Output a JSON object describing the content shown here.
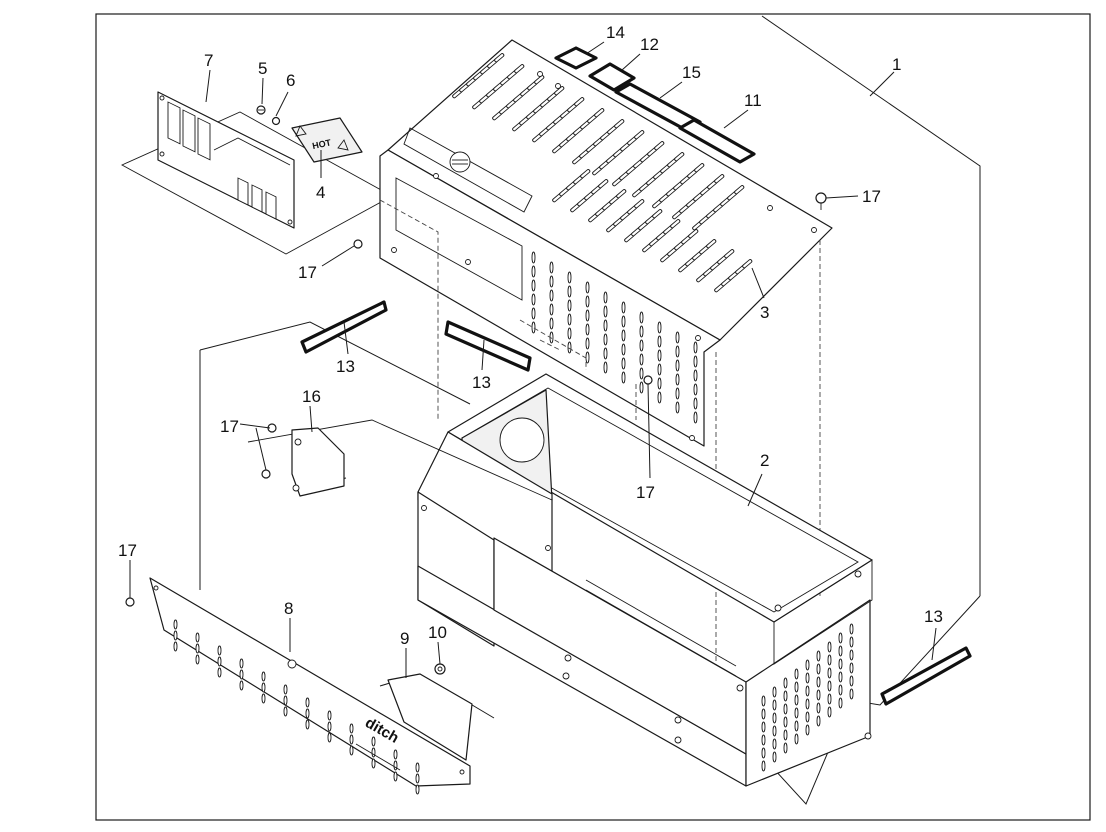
{
  "callouts": [
    {
      "id": "1",
      "text": "1"
    },
    {
      "id": "2",
      "text": "2"
    },
    {
      "id": "3",
      "text": "3"
    },
    {
      "id": "4",
      "text": "4"
    },
    {
      "id": "5",
      "text": "5"
    },
    {
      "id": "6",
      "text": "6"
    },
    {
      "id": "7",
      "text": "7"
    },
    {
      "id": "8",
      "text": "8"
    },
    {
      "id": "9",
      "text": "9"
    },
    {
      "id": "10",
      "text": "10"
    },
    {
      "id": "11",
      "text": "11"
    },
    {
      "id": "12",
      "text": "12"
    },
    {
      "id": "13a",
      "text": "13"
    },
    {
      "id": "13b",
      "text": "13"
    },
    {
      "id": "13c",
      "text": "13"
    },
    {
      "id": "14",
      "text": "14"
    },
    {
      "id": "15",
      "text": "15"
    },
    {
      "id": "16",
      "text": "16"
    },
    {
      "id": "17a",
      "text": "17"
    },
    {
      "id": "17b",
      "text": "17"
    },
    {
      "id": "17c",
      "text": "17"
    },
    {
      "id": "17d",
      "text": "17"
    },
    {
      "id": "17e",
      "text": "17"
    }
  ],
  "decal": {
    "hot_text": "HOT"
  },
  "logo": {
    "text": "ditch"
  }
}
